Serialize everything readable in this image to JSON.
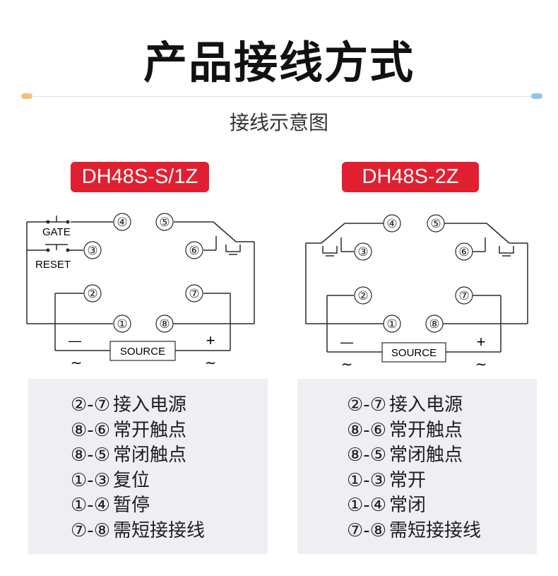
{
  "header": {
    "title": "产品接线方式",
    "subtitle": "接线示意图"
  },
  "colors": {
    "accent": "#e02030",
    "dot_left": "#f5c07a",
    "dot_right": "#8dc6f2",
    "panel_bg": "#eeeef3"
  },
  "left": {
    "model": "DH48S-S/1Z",
    "labels": {
      "gate": "GATE",
      "reset": "RESET",
      "source": "SOURCE",
      "minus": "—",
      "plus": "+",
      "ac": "∼"
    },
    "terminals": [
      "①",
      "②",
      "③",
      "④",
      "⑤",
      "⑥",
      "⑦",
      "⑧"
    ],
    "legend": [
      {
        "pins": "②-⑦",
        "desc": "接入电源"
      },
      {
        "pins": "⑧-⑥",
        "desc": "常开触点"
      },
      {
        "pins": "⑧-⑤",
        "desc": "常闭触点"
      },
      {
        "pins": "①-③",
        "desc": "复位"
      },
      {
        "pins": "①-④",
        "desc": "暂停"
      },
      {
        "pins": "⑦-⑧",
        "desc": "需短接接线"
      }
    ]
  },
  "right": {
    "model": "DH48S-2Z",
    "labels": {
      "source": "SOURCE",
      "minus": "—",
      "plus": "+",
      "ac": "∼"
    },
    "terminals": [
      "①",
      "②",
      "③",
      "④",
      "⑤",
      "⑥",
      "⑦",
      "⑧"
    ],
    "legend": [
      {
        "pins": "②-⑦",
        "desc": "接入电源"
      },
      {
        "pins": "⑧-⑥",
        "desc": "常开触点"
      },
      {
        "pins": "⑧-⑤",
        "desc": "常闭触点"
      },
      {
        "pins": "①-③",
        "desc": "常开"
      },
      {
        "pins": "①-④",
        "desc": "常闭"
      },
      {
        "pins": "⑦-⑧",
        "desc": "需短接接线"
      }
    ]
  }
}
